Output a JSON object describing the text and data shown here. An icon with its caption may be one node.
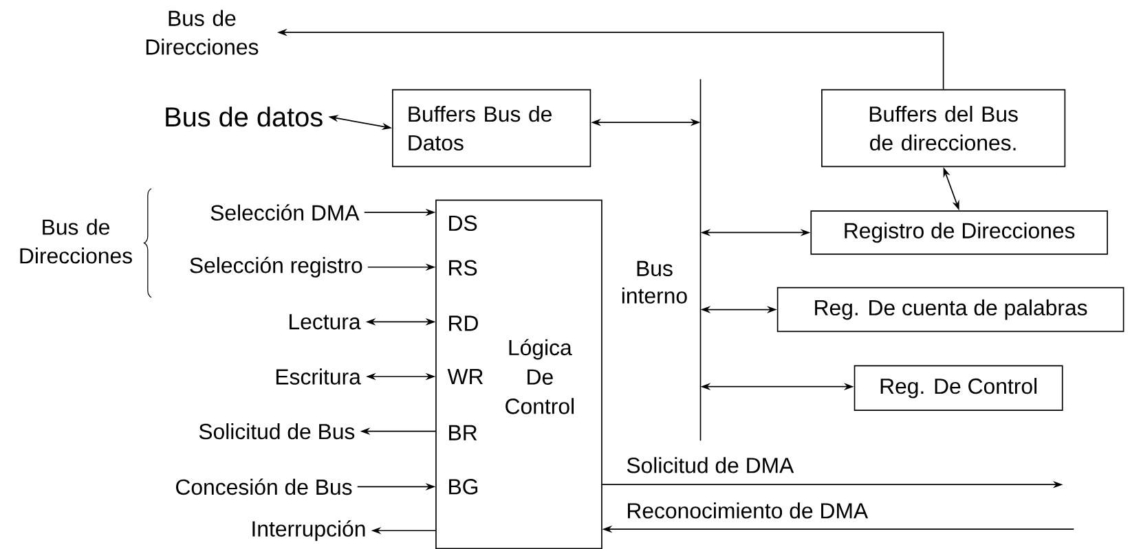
{
  "diagram": {
    "nodes": [
      {
        "text": [
          "Bus de Direcciones"
        ]
      },
      {
        "text": [
          "Bus de datos"
        ]
      },
      {
        "text": [
          "Buffers Bus de Datos"
        ]
      },
      {
        "text": [
          "Bus interno"
        ]
      },
      {
        "text": [
          "Buffers del Bus de direcciones."
        ]
      },
      {
        "text": [
          "Registro de Direcciones"
        ]
      },
      {
        "text": [
          "Reg. De cuenta de palabras"
        ]
      },
      {
        "text": [
          "Reg. De Control"
        ]
      },
      {
        "text": [
          "DS",
          "RS",
          "RD",
          "WR",
          "BR",
          "BG",
          "Lógica De Control"
        ]
      },
      {
        "text": [
          "Selección DMA"
        ]
      },
      {
        "text": [
          "Selección registro"
        ]
      },
      {
        "text": [
          "Lectura"
        ]
      },
      {
        "text": [
          "Escritura"
        ]
      },
      {
        "text": [
          "Solicitud de Bus"
        ]
      },
      {
        "text": [
          "Concesión de Bus"
        ]
      },
      {
        "text": [
          "Interrupción"
        ]
      }
    ],
    "edges": [
      {
        "from": 4,
        "to": 0,
        "arrow": "to"
      },
      {
        "from": 1,
        "to": 2,
        "arrow": "both"
      },
      {
        "from": 2,
        "to": 3,
        "arrow": "both"
      },
      {
        "from": 4,
        "to": 5,
        "arrow": "both"
      },
      {
        "from": 3,
        "to": 5,
        "arrow": "both"
      },
      {
        "from": 3,
        "to": 6,
        "arrow": "both"
      },
      {
        "from": 3,
        "to": 7,
        "arrow": "both"
      },
      {
        "from": 9,
        "to": 8,
        "arrow": "to"
      },
      {
        "from": 10,
        "to": 8,
        "arrow": "to"
      },
      {
        "from": 11,
        "to": 8,
        "arrow": "both"
      },
      {
        "from": 12,
        "to": 8,
        "arrow": "both"
      },
      {
        "from": 8,
        "to": 13,
        "arrow": "to"
      },
      {
        "from": 14,
        "to": 8,
        "arrow": "to"
      },
      {
        "from": 8,
        "to": 15,
        "arrow": "to"
      },
      {
        "from": 8,
        "to": null,
        "arrow": "to",
        "label": "Solicitud de DMA"
      },
      {
        "from": null,
        "to": 8,
        "arrow": "to",
        "label": "Reconocimiento de DMA"
      }
    ],
    "labels": [
      "Bus de Direcciones"
    ]
  }
}
